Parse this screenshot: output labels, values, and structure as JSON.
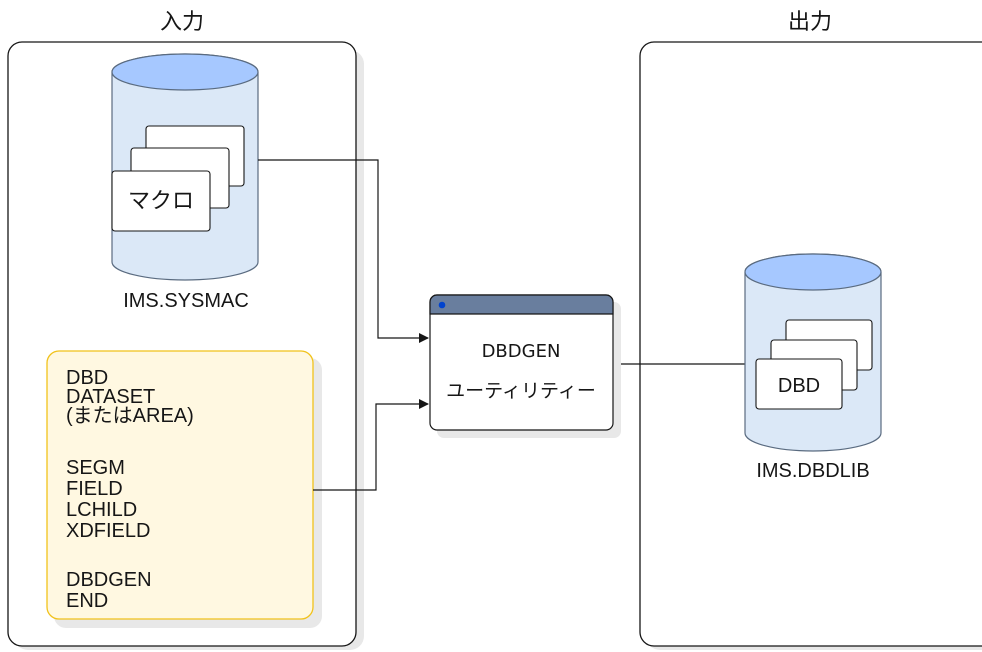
{
  "panels": {
    "input_title": "入力",
    "output_title": "出力"
  },
  "input": {
    "sysmac_card_label": "マクロ",
    "sysmac_name": "IMS.SYSMAC",
    "statements": [
      "DBD",
      "DATASET",
      "(またはAREA)",
      "",
      "SEGM",
      "FIELD",
      "LCHILD",
      "XDFIELD",
      "",
      "DBDGEN",
      "END"
    ]
  },
  "utility": {
    "line1": "DBDGEN",
    "line2": "ユーティリティー"
  },
  "output": {
    "dbdlib_card_label": "DBD",
    "dbdlib_name": "IMS.DBDLIB"
  },
  "colors": {
    "panel_stroke": "#161616",
    "shadow": "#e0e0e0",
    "cylinder_fill": "#dbe8f7",
    "cylinder_top": "#a6c8ff",
    "cylinder_stroke": "#5a6b80",
    "statements_fill": "#fff8e1",
    "statements_stroke": "#f1c21b",
    "window_bar": "#697e9e",
    "window_dot": "#0043ce",
    "arrow": "#161616"
  }
}
